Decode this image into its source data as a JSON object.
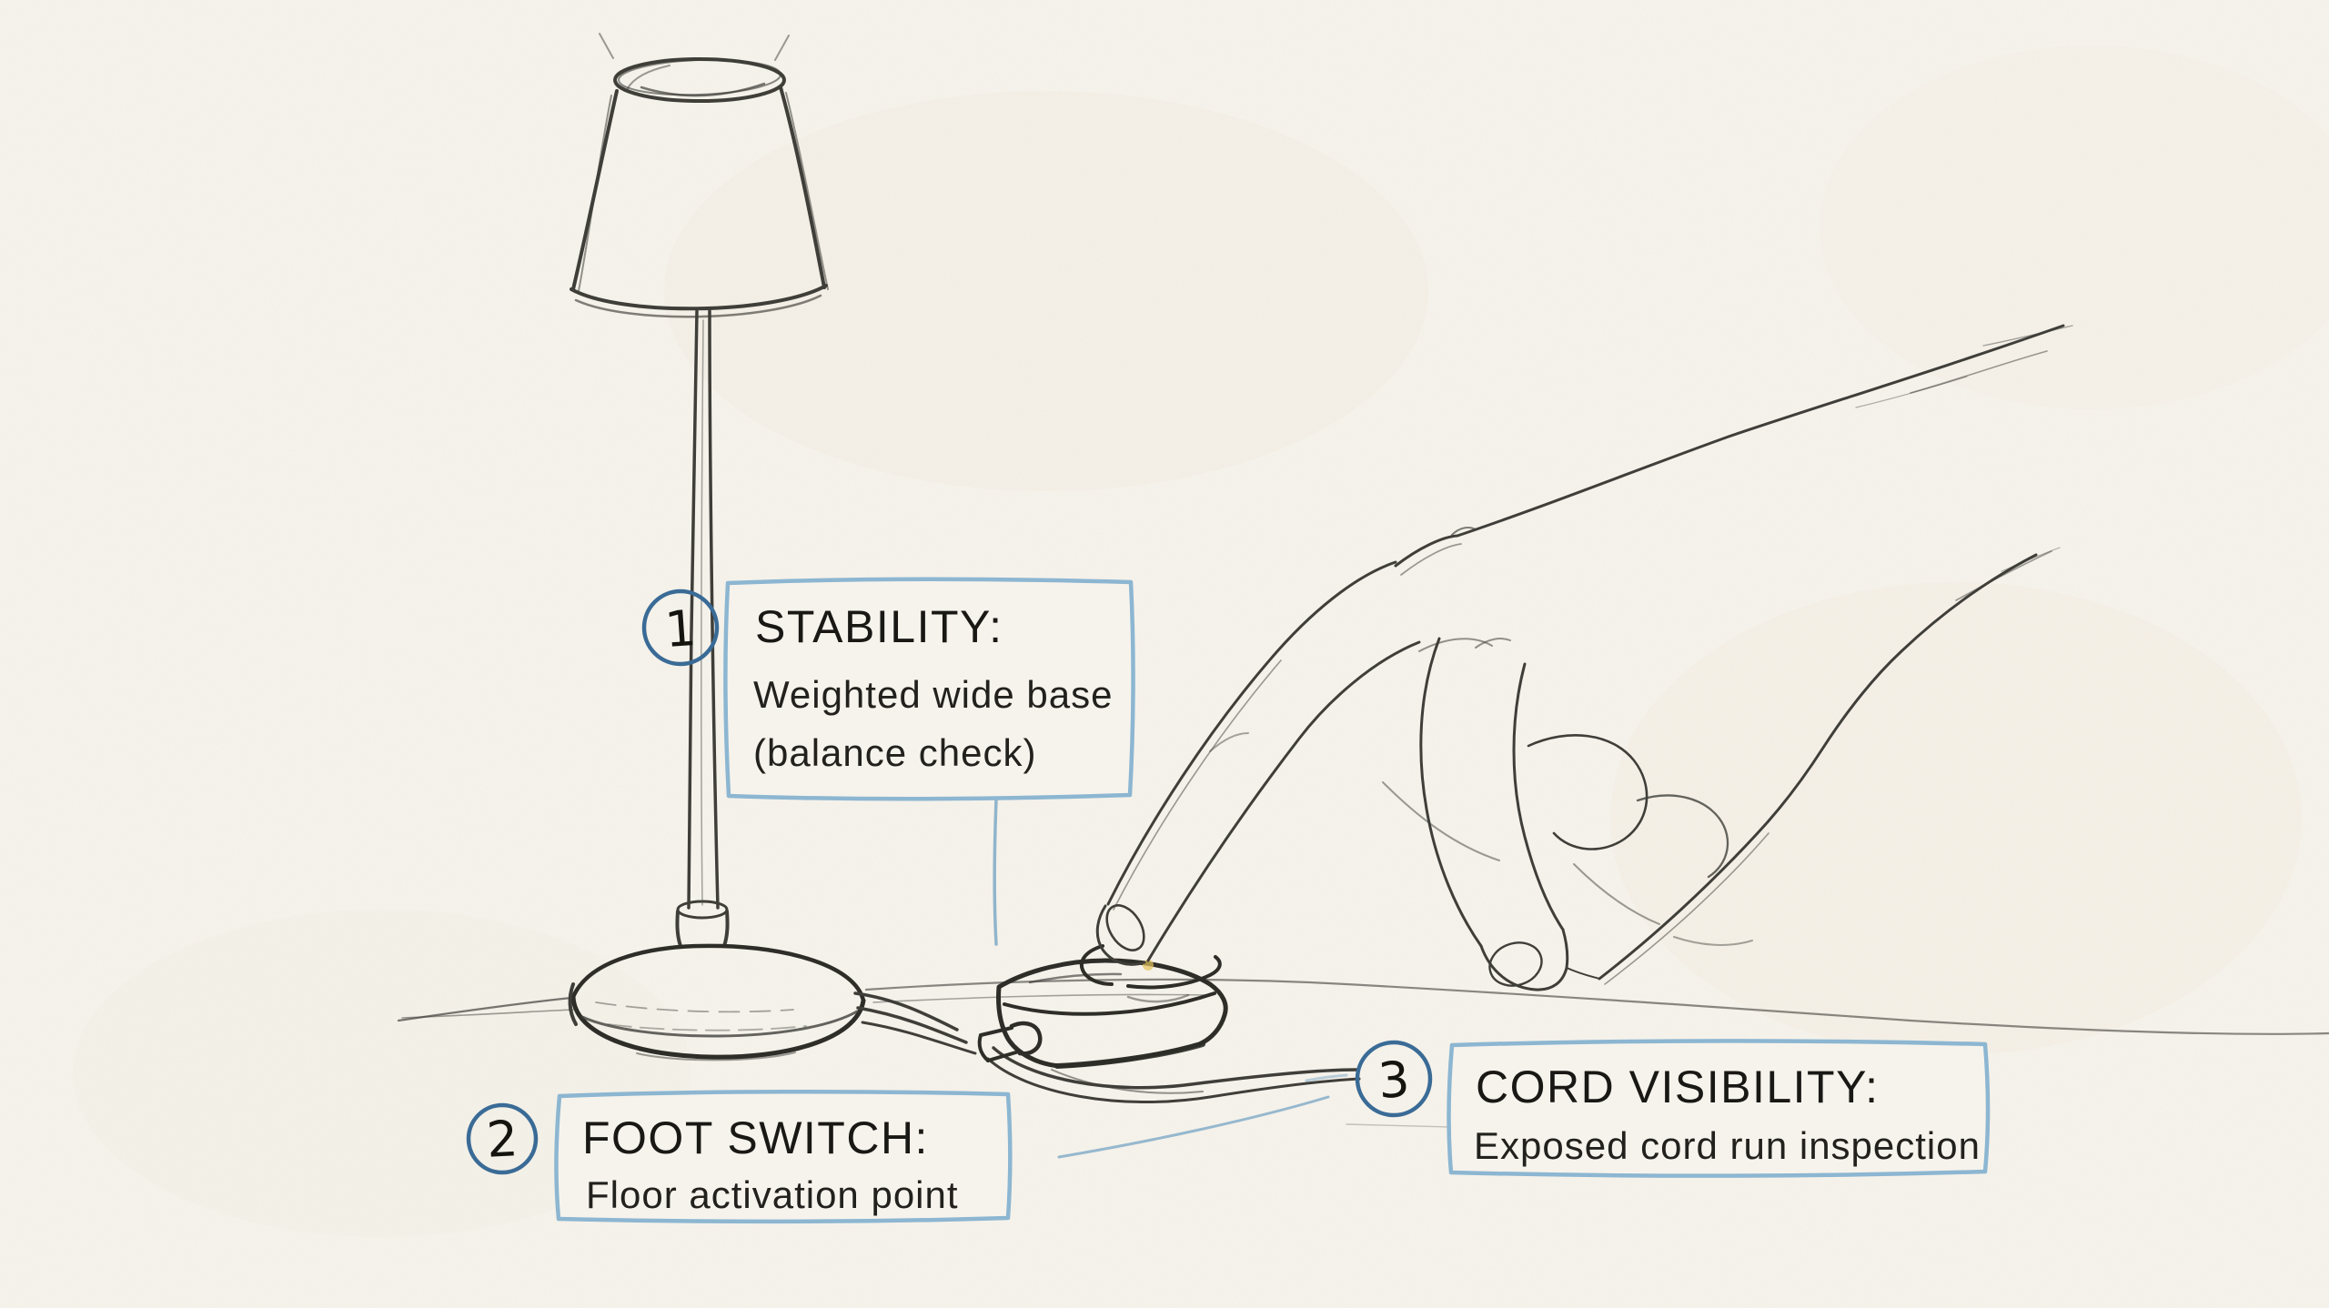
{
  "style": {
    "paper_color": "#f6f3ec",
    "pencil_color": "#3f3e39",
    "ink_blue": "#3a6b96",
    "box_border_blue": "#8cb6d1",
    "leader_blue": "#85aec9",
    "text_color": "#191815",
    "button_highlight": "#e4c45d"
  },
  "callouts": [
    {
      "number": "1",
      "title": "STABILITY:",
      "lines": [
        "Weighted wide base",
        "(balance check)"
      ]
    },
    {
      "number": "2",
      "title": "FOOT SWITCH:",
      "lines": [
        "Floor activation point"
      ]
    },
    {
      "number": "3",
      "title": "CORD VISIBILITY:",
      "lines": [
        "Exposed cord run inspection"
      ]
    }
  ]
}
